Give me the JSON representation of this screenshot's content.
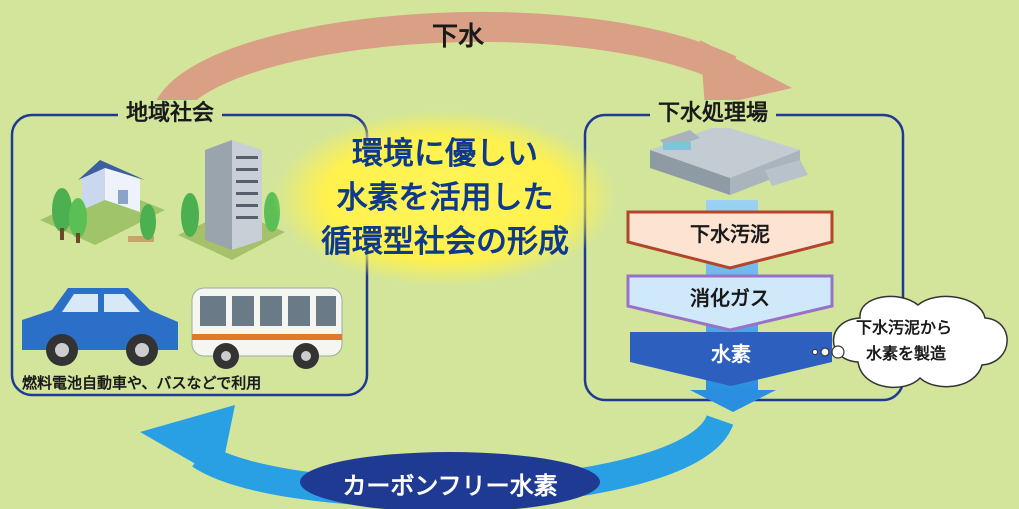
{
  "top_arrow_label": "下水",
  "community": {
    "title": "地域社会",
    "caption": "燃料電池自動車や、バスなどで利用"
  },
  "plant": {
    "title": "下水処理場"
  },
  "center_message": [
    "環境に優しい",
    "水素を活用した",
    "循環型社会の形成"
  ],
  "process_steps": [
    "下水汚泥",
    "消化ガス",
    "水素"
  ],
  "cloud_note": [
    "下水汚泥から",
    "水素を製造"
  ],
  "bottom_label": "カーボンフリー水素",
  "colors": {
    "background": "#d2e59b",
    "frame": "#1f3a93",
    "arrow_top": "#d9a085",
    "arrow_bottom": "#2aa0e4",
    "center_text": "#0d3a8a",
    "step1_fill": "#fde3d2",
    "step1_border": "#b2452c",
    "step2_fill": "#cfe9fb",
    "step2_border": "#9a71c9",
    "step3_fill": "#2d5fbf"
  }
}
